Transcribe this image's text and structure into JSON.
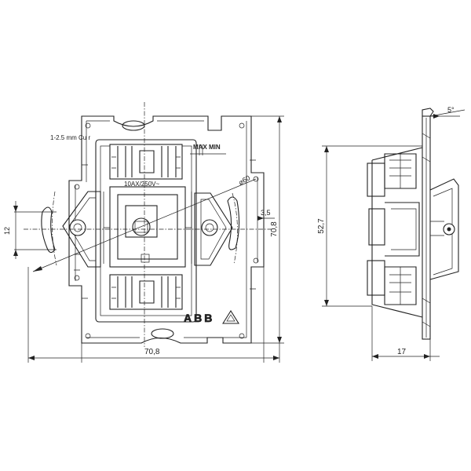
{
  "front": {
    "wire_note": "1-2.5 mm  Cu r",
    "max_min": "MAX MIN",
    "rating": "10AX/250V~",
    "diameter": "⌀60",
    "dim_right_offset": "3,5",
    "dim_height": "70,8",
    "dim_width": "70,8",
    "dim_left_12": "12",
    "brand": "ABB"
  },
  "side": {
    "angle": "5°",
    "height": "52,7",
    "depth": "17"
  }
}
